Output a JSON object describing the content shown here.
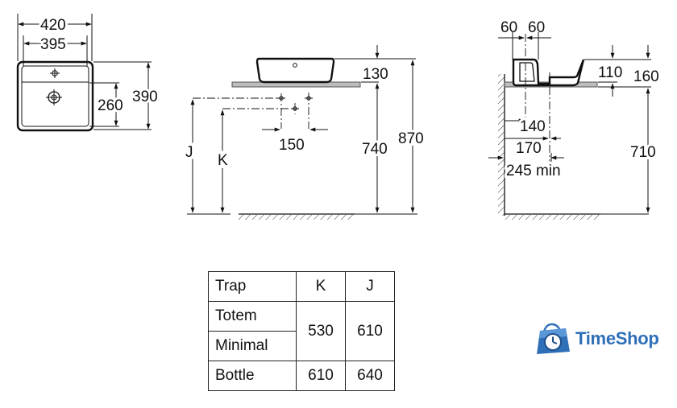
{
  "top_view": {
    "outer_width": "420",
    "inner_width": "395",
    "projection": "260",
    "depth": "390"
  },
  "front_view": {
    "basin_height": "130",
    "tap_spacing": "150",
    "trap_j": "J",
    "trap_k": "K",
    "counter_height": "740",
    "total_height": "870"
  },
  "side_view": {
    "offset_left": "60",
    "offset_right": "60",
    "inner_height": "110",
    "outer_height": "160",
    "waste_distance": "140",
    "tap_distance": "170",
    "min_depth": "245 min",
    "counter_height": "710"
  },
  "trap_table": {
    "header": [
      "Trap",
      "K",
      "J"
    ],
    "rows": [
      {
        "label": "Totem",
        "k": "530",
        "j": "610"
      },
      {
        "label": "Minimal"
      },
      {
        "label": "Bottle",
        "k": "610",
        "j": "640"
      }
    ]
  },
  "logo": {
    "text": "TimeShop",
    "color": "#2e6fb8"
  }
}
